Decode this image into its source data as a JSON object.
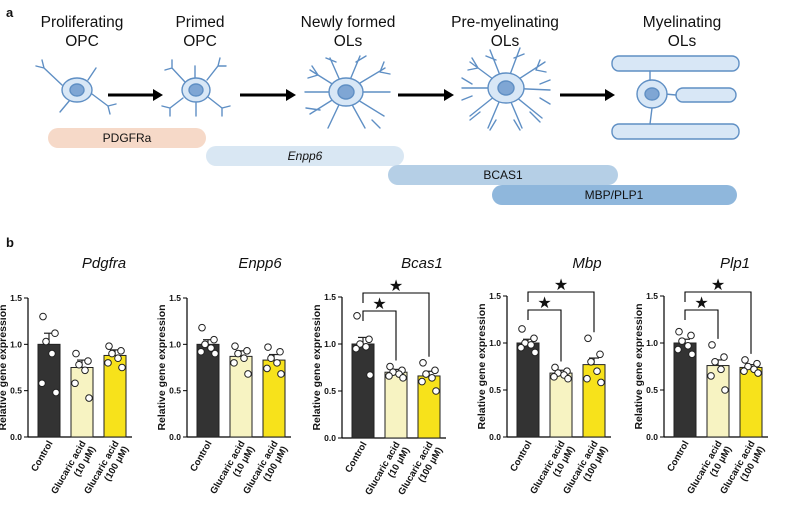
{
  "panel_a": {
    "label": "a",
    "stages": [
      {
        "line1": "Proliferating",
        "line2": "OPC"
      },
      {
        "line1": "Primed",
        "line2": "OPC"
      },
      {
        "line1": "Newly formed",
        "line2": "OLs"
      },
      {
        "line1": "Pre-myelinating",
        "line2": "OLs"
      },
      {
        "line1": "Myelinating",
        "line2": "OLs"
      }
    ],
    "markers": [
      {
        "label": "PDGFRa",
        "color": "#f6d9c8"
      },
      {
        "label": "Enpp6",
        "color": "#d9e7f3"
      },
      {
        "label": "BCAS1",
        "color": "#b5cfe6"
      },
      {
        "label": "MBP/PLP1",
        "color": "#8fb7dc"
      }
    ]
  },
  "panel_b": {
    "label": "b",
    "bar_colors": [
      "#333333",
      "#f7f3c2",
      "#f7e21b"
    ],
    "significance_marker": "★"
  },
  "chart_data": [
    {
      "type": "bar",
      "title": "Pdgfra",
      "ylabel": "Relative gene expression",
      "ylim": [
        0,
        1.5
      ],
      "yticks": [
        "0.0",
        "0.5",
        "1.0",
        "1.5"
      ],
      "categories": [
        "Control",
        "Glucaric acid (10 μM)",
        "Glucaric acid (100 μM)"
      ],
      "values": [
        1.0,
        0.75,
        0.88
      ],
      "errors": [
        0.12,
        0.08,
        0.06
      ],
      "points": [
        [
          1.3,
          1.12,
          1.03,
          0.9,
          0.58,
          0.48
        ],
        [
          0.9,
          0.82,
          0.78,
          0.72,
          0.58,
          0.42
        ],
        [
          0.98,
          0.93,
          0.9,
          0.85,
          0.8,
          0.75
        ]
      ],
      "significance": []
    },
    {
      "type": "bar",
      "title": "Enpp6",
      "ylabel": "Relative gene expression",
      "ylim": [
        0,
        1.5
      ],
      "yticks": [
        "0.0",
        "0.5",
        "1.0",
        "1.5"
      ],
      "categories": [
        "Control",
        "Glucaric acid (10 μM)",
        "Glucaric acid (100 μM)"
      ],
      "values": [
        1.0,
        0.87,
        0.83
      ],
      "errors": [
        0.05,
        0.06,
        0.06
      ],
      "points": [
        [
          1.18,
          1.05,
          1.0,
          0.96,
          0.92,
          0.9
        ],
        [
          0.98,
          0.93,
          0.9,
          0.85,
          0.8,
          0.68
        ],
        [
          0.97,
          0.92,
          0.85,
          0.8,
          0.74,
          0.68
        ]
      ],
      "significance": []
    },
    {
      "type": "bar",
      "title": "Bcas1",
      "ylabel": "Relative gene expression",
      "ylim": [
        0,
        1.5
      ],
      "yticks": [
        "0.0",
        "0.5",
        "1.0",
        "1.5"
      ],
      "categories": [
        "Control",
        "Glucaric acid (10 μM)",
        "Glucaric acid (100 μM)"
      ],
      "values": [
        1.0,
        0.7,
        0.66
      ],
      "errors": [
        0.07,
        0.03,
        0.05
      ],
      "points": [
        [
          1.3,
          1.05,
          1.0,
          0.97,
          0.95,
          0.67
        ],
        [
          0.76,
          0.72,
          0.7,
          0.68,
          0.66,
          0.64
        ],
        [
          0.8,
          0.72,
          0.68,
          0.64,
          0.6,
          0.5
        ]
      ],
      "significance": [
        [
          0,
          1
        ],
        [
          0,
          2
        ]
      ]
    },
    {
      "type": "bar",
      "title": "Mbp",
      "ylabel": "Relative gene expression",
      "ylim": [
        0,
        1.5
      ],
      "yticks": [
        "0.0",
        "0.5",
        "1.0",
        "1.5"
      ],
      "categories": [
        "Control",
        "Glucaric acid (10 μM)",
        "Glucaric acid (100 μM)"
      ],
      "values": [
        1.0,
        0.68,
        0.77
      ],
      "errors": [
        0.04,
        0.03,
        0.07
      ],
      "points": [
        [
          1.15,
          1.05,
          1.0,
          0.98,
          0.95,
          0.9
        ],
        [
          0.74,
          0.7,
          0.68,
          0.66,
          0.64,
          0.62
        ],
        [
          1.05,
          0.88,
          0.8,
          0.7,
          0.62,
          0.58
        ]
      ],
      "significance": [
        [
          0,
          1
        ],
        [
          0,
          2
        ]
      ]
    },
    {
      "type": "bar",
      "title": "Plp1",
      "ylabel": "Relative gene expression",
      "ylim": [
        0,
        1.5
      ],
      "yticks": [
        "0.0",
        "0.5",
        "1.0",
        "1.5"
      ],
      "categories": [
        "Control",
        "Glucaric acid (10 μM)",
        "Glucaric acid (100 μM)"
      ],
      "values": [
        1.0,
        0.76,
        0.74
      ],
      "errors": [
        0.04,
        0.06,
        0.03
      ],
      "points": [
        [
          1.12,
          1.08,
          1.02,
          0.97,
          0.93,
          0.88
        ],
        [
          0.98,
          0.85,
          0.8,
          0.72,
          0.65,
          0.5
        ],
        [
          0.82,
          0.78,
          0.75,
          0.72,
          0.7,
          0.68
        ]
      ],
      "significance": [
        [
          0,
          1
        ],
        [
          0,
          2
        ]
      ]
    }
  ]
}
